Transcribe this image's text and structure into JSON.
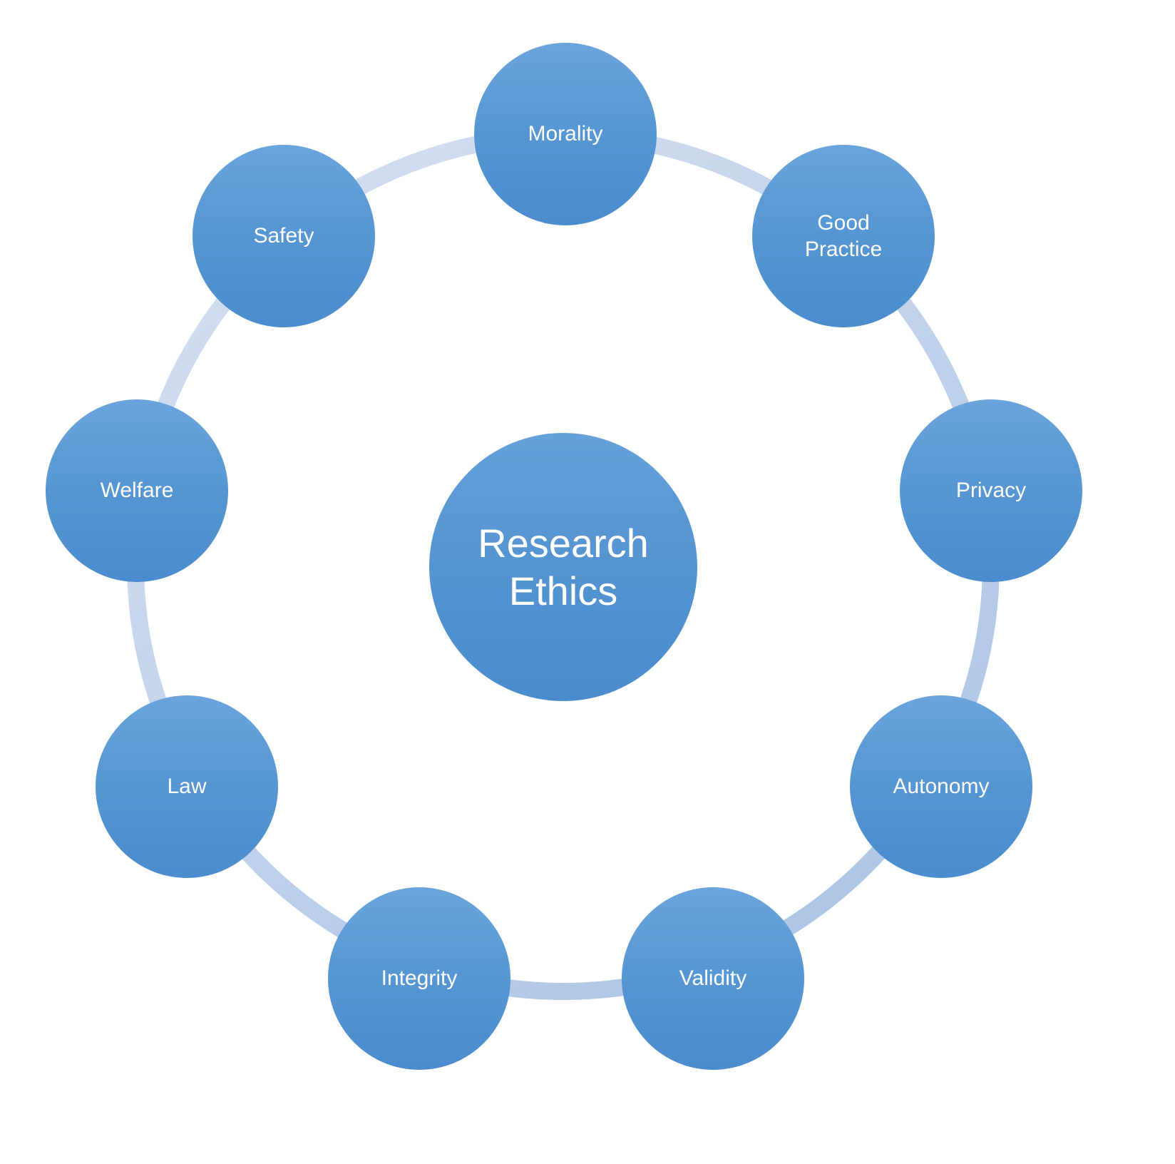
{
  "diagram": {
    "title": "Research Ethics circular diagram",
    "center": {
      "label": "Research Ethics"
    },
    "nodes": [
      {
        "label": "Morality"
      },
      {
        "label": "Good Practice"
      },
      {
        "label": "Privacy"
      },
      {
        "label": "Autonomy"
      },
      {
        "label": "Validity"
      },
      {
        "label": "Integrity"
      },
      {
        "label": "Law"
      },
      {
        "label": "Welfare"
      },
      {
        "label": "Safety"
      }
    ],
    "colors": {
      "node_fill": "#5b9bd5",
      "node_fill_light": "#6ba4dc",
      "ring_light": "#d4e0f2",
      "ring_dark": "#b3c8e8",
      "text": "#ffffff",
      "background": "#ffffff"
    }
  }
}
